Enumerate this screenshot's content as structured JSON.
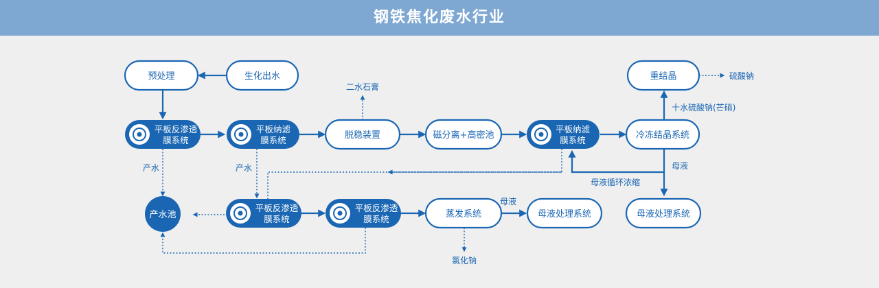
{
  "header": {
    "title": "钢铁焦化废水行业"
  },
  "colors": {
    "primary": "#1a66b3",
    "header": "#7ea8d2",
    "background": "#efefef"
  },
  "nodes": {
    "pretreat": "预处理",
    "biochem": "生化出水",
    "ro1_a": "平板反渗透",
    "ro1_b": "膜系统",
    "nf1_a": "平板纳滤",
    "nf1_b": "膜系统",
    "desulf": "脱稳装置",
    "magsep": "磁分离+高密池",
    "nf2_a": "平板纳滤",
    "nf2_b": "膜系统",
    "freeze": "冷冻结晶系统",
    "recryst": "重结晶",
    "sodium_sulfate": "硫酸钠",
    "gypsum": "二水石膏",
    "product_pool": "产水池",
    "ro2_a": "平板反渗透",
    "ro2_b": "膜系统",
    "ro3_a": "平板反渗透",
    "ro3_b": "膜系统",
    "evap": "蒸发系统",
    "mother1": "母液处理系统",
    "mother2": "母液处理系统",
    "nacl": "氯化钠"
  },
  "labels": {
    "product_water_1": "产水",
    "product_water_2": "产水",
    "mirabilite": "十水硫酸钠(芒硝)",
    "mother_liquor_1": "母液",
    "mother_liquor_2": "母液",
    "mother_cycle": "母液循环浓缩"
  }
}
